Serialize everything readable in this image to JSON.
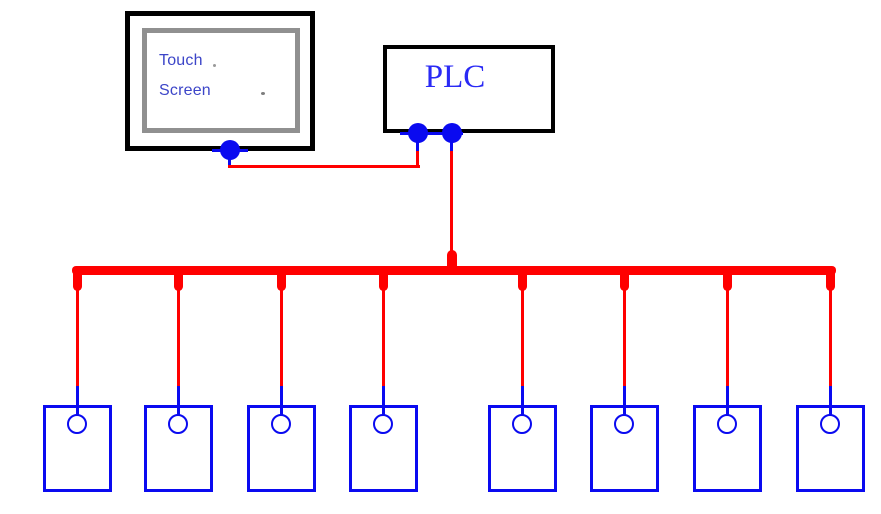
{
  "diagram": {
    "nodes": {
      "touch_screen": {
        "label_line1": "Touch",
        "label_line2": "Screen"
      },
      "plc": {
        "label": "PLC"
      }
    },
    "bus": {
      "device_count": 8,
      "drops_x": [
        77,
        178,
        281,
        383,
        522,
        624,
        727,
        830
      ]
    },
    "connections": [
      {
        "from": "touch_screen",
        "to": "plc"
      },
      {
        "from": "plc",
        "to": "device_bus"
      }
    ],
    "colors": {
      "wire_red": "#ff0000",
      "wire_blue": "#0a0af0",
      "frame_black": "#000000",
      "screen_frame_gray": "#909090",
      "touch_text": "#3c45c8",
      "plc_text": "#2a2af5",
      "background": "#ffffff"
    }
  }
}
